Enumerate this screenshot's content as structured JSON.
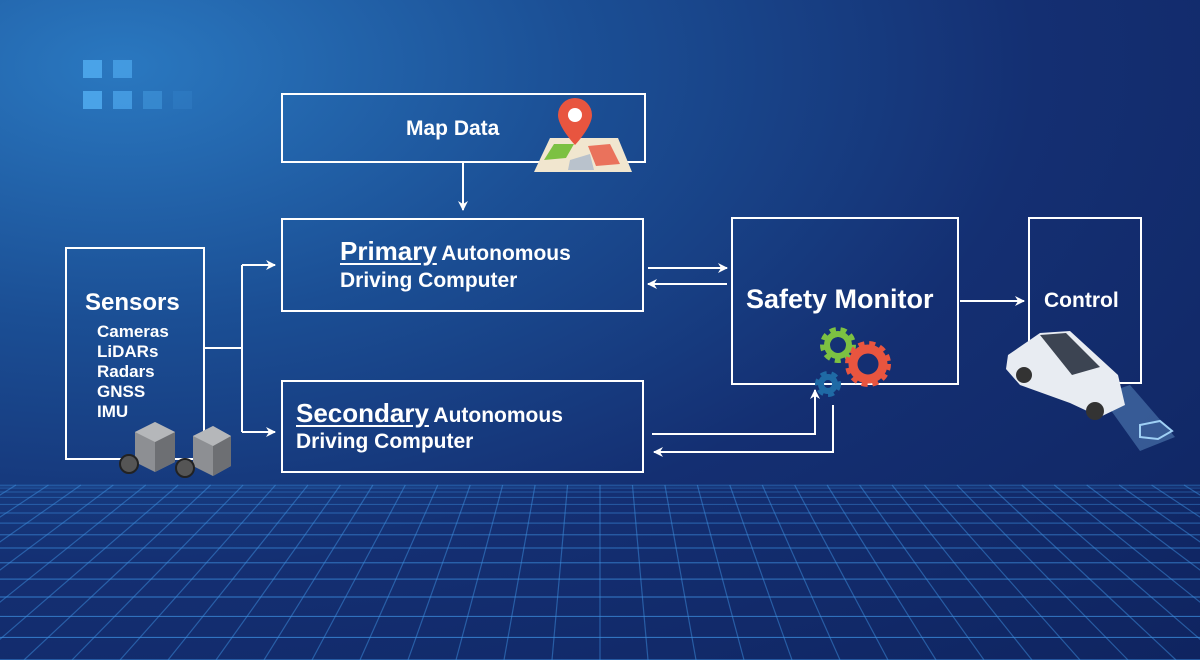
{
  "map_data": {
    "label": "Map Data",
    "icon": "map-pin-icon"
  },
  "primary": {
    "emphasis": "Primary",
    "line1_rest": "Autonomous",
    "line2": "Driving Computer"
  },
  "secondary": {
    "emphasis": "Secondary",
    "line1_rest": "Autonomous",
    "line2": "Driving Computer"
  },
  "sensors": {
    "title": "Sensors",
    "items": [
      "Cameras",
      "LiDARs",
      "Radars",
      "GNSS",
      "IMU"
    ],
    "icon": "camera-icon"
  },
  "safety_monitor": {
    "label": "Safety Monitor",
    "icon": "gears-icon",
    "gear_colors": [
      "#7cc142",
      "#e8553f",
      "#1f6aa5"
    ]
  },
  "control": {
    "label": "Control",
    "icon": "car-icon"
  },
  "colors": {
    "background": "#142f72",
    "accent": "#4aa3e8",
    "line": "#ffffff"
  }
}
